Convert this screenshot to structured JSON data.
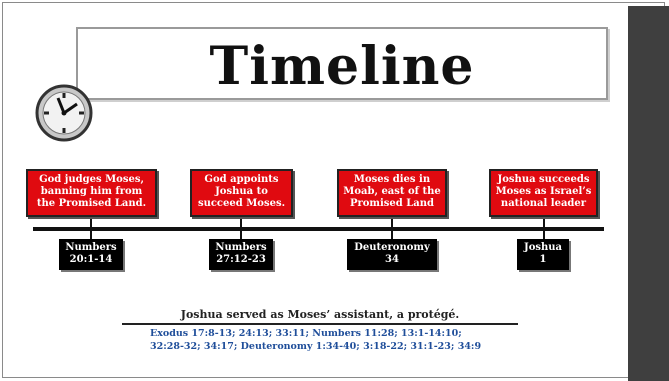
{
  "title": "Timeline",
  "events": [
    {
      "text": "God judges Moses, banning him from the Promised Land.",
      "reference": "Numbers 20:1-14"
    },
    {
      "text": "God appoints Joshua to succeed Moses.",
      "reference": "Numbers 27:12-23"
    },
    {
      "text": "Moses dies in Moab, east of the Promised Land",
      "reference": "Deuteronomy 34"
    },
    {
      "text": "Joshua succeeds Moses as Israel’s national leader",
      "reference": "Joshua 1"
    }
  ],
  "note": "Joshua served as Moses’ assistant, a protégé.",
  "scripture_refs": [
    "Exodus 17:8-13; 24:13; 33:11; Numbers 11:28; 13:1-14:10;",
    "32:28-32; 34:17; Deuteronomy 1:34-40; 3:18-22; 31:1-23; 34:9"
  ],
  "colors": {
    "event_bg": "#e00a10",
    "ref_bg": "#000000",
    "link": "#1f4e9a",
    "side_panel": "#3f3f3f"
  },
  "icons": {
    "clock": "clock-icon"
  }
}
